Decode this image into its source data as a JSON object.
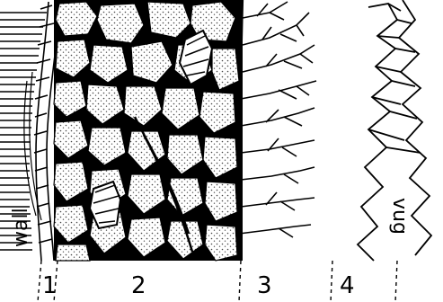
{
  "labels": {
    "wall": "wall",
    "vug": "vug",
    "zone1": "1",
    "zone2": "2",
    "zone3": "3",
    "zone4": "4"
  },
  "colors": {
    "ink": "#000000",
    "paper": "#ffffff",
    "stipple": "#8a8a8a"
  },
  "regions": [
    {
      "id": "wall",
      "description_key": "labels.wall"
    },
    {
      "id": "zone-1",
      "description_key": "labels.zone1"
    },
    {
      "id": "zone-2",
      "description_key": "labels.zone2"
    },
    {
      "id": "zone-3",
      "description_key": "labels.zone3"
    },
    {
      "id": "zone-4",
      "description_key": "labels.zone4"
    },
    {
      "id": "vug",
      "description_key": "labels.vug"
    }
  ]
}
